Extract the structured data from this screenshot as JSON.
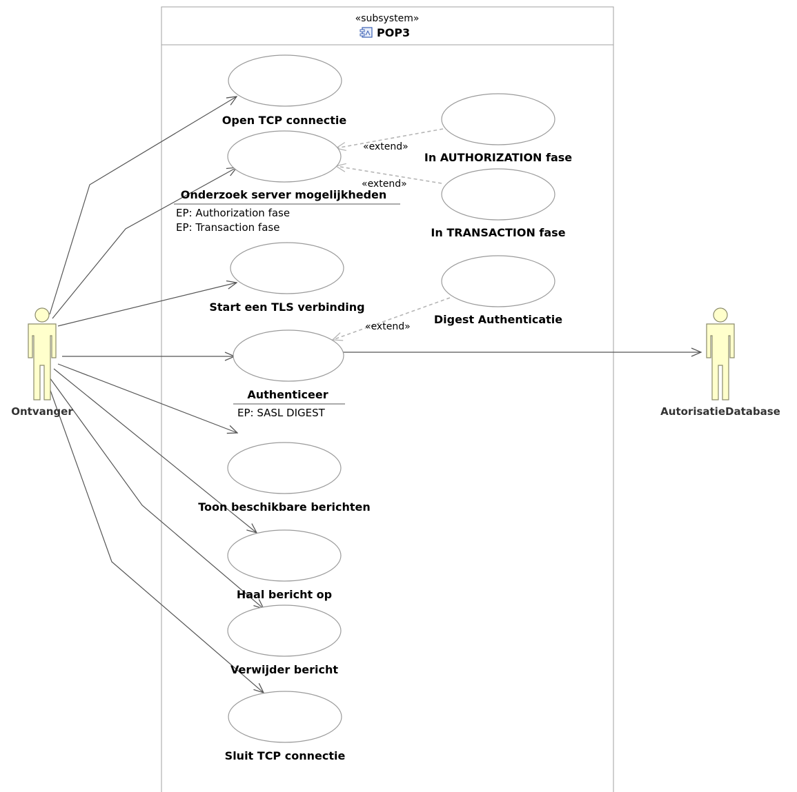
{
  "subsystem": {
    "stereotype": "«subsystem»",
    "name": "POP3",
    "icon": "component-icon"
  },
  "actors": {
    "left": {
      "name": "Ontvanger",
      "icon": "actor-icon"
    },
    "right": {
      "name": "AutorisatieDatabase",
      "icon": "actor-icon"
    }
  },
  "use_cases": {
    "open_tcp": "Open TCP connectie",
    "onderzoek": "Onderzoek server mogelijkheden",
    "ep_auth": "EP: Authorization fase",
    "ep_trans": "EP: Transaction fase",
    "tls": "Start een TLS verbinding",
    "authenticeer": "Authenticeer",
    "ep_sasl": "EP: SASL DIGEST",
    "toon": "Toon beschikbare berichten",
    "haal": "Haal bericht op",
    "verwijder": "Verwijder bericht",
    "sluit": "Sluit TCP connectie",
    "in_authorization": "In AUTHORIZATION fase",
    "in_transaction": "In TRANSACTION fase",
    "digest": "Digest Authenticatie"
  },
  "extend_label": "«extend»",
  "colors": {
    "actor_fill": "#ffffcc",
    "actor_stroke": "#8a8a6a",
    "line": "#555555",
    "dashed": "#bbbbbb",
    "ellipse_stroke": "#9a9a9a",
    "icon": "#3a5fb5"
  }
}
